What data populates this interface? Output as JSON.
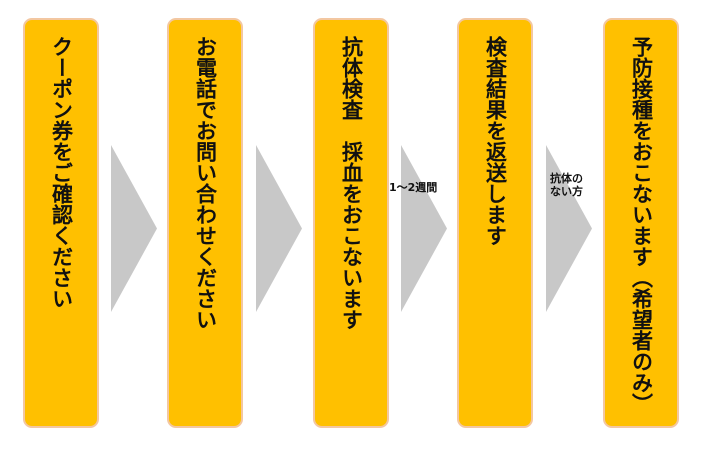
{
  "steps": [
    {
      "text": "クーポン券をご確認ください"
    },
    {
      "text": "お電話でお問い合わせください"
    },
    {
      "text": "抗体検査　採血をおこないます"
    },
    {
      "text": "検査結果を返送します"
    },
    {
      "text": "予防接種をおこないます（希望者のみ）"
    }
  ],
  "arrows": {
    "a3_label": "1～2週間",
    "a4_label_line1": "抗体の",
    "a4_label_line2": "ない方"
  },
  "colors": {
    "step_fill": "#FFC000",
    "step_border": "#F3C7A1",
    "arrow_fill": "#C8C8C8"
  }
}
